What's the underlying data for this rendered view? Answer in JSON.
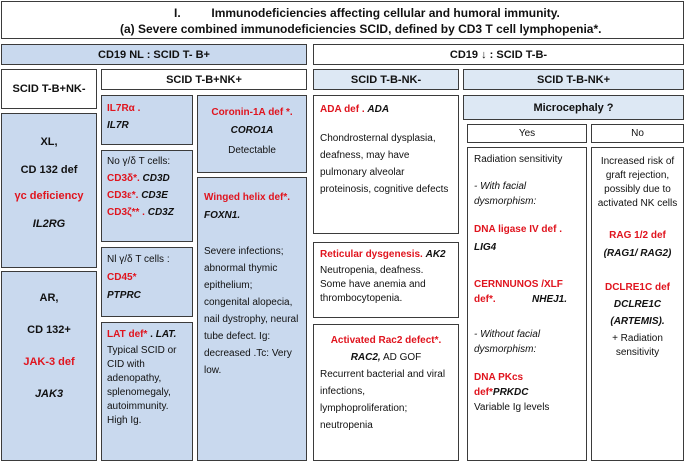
{
  "title": {
    "line1_num": "I.",
    "line1": "Immunodeficiencies affecting cellular and humoral immunity.",
    "line2": "(a) Severe combined immunodeficiencies SCID, defined by CD3 T cell lymphopenia*."
  },
  "left": {
    "header": "CD19 NL :  SCID T- B+",
    "tbnk_minus": "SCID T-B+NK-",
    "tbnk_plus": "SCID T-B+NK+",
    "xl": {
      "l1": "XL,",
      "l2": "CD 132 def",
      "l3": "γc deficiency",
      "l4": "IL2RG"
    },
    "ar": {
      "l1": "AR,",
      "l2": "CD 132+",
      "l3": "JAK-3 def",
      "l4": "JAK3"
    },
    "il7": {
      "name": "IL7Rα .",
      "gene": "IL7R"
    },
    "cd3": {
      "intro": "No γ/δ T cells:",
      "r1_red": "CD3δ*.",
      "r1_gene": "CD3D",
      "r2_red": "CD3ε*.",
      "r2_gene": "CD3E",
      "r3_red": "CD3ζ** .",
      "r3_gene": "CD3Z"
    },
    "cd45": {
      "intro": "Nl γ/δ T cells :",
      "name": "CD45*",
      "gene": "PTPRC"
    },
    "lat": {
      "name": "LAT def*",
      "sep": " . ",
      "gene": "LAT.",
      "desc": "Typical SCID or CID with adenopathy, splenomegaly, autoimmunity. High Ig."
    },
    "coronin": {
      "name": "Coronin-1A def *.",
      "gene": "CORO1A",
      "note": "Detectable"
    },
    "winged": {
      "name": "Winged helix def*.",
      "gene": "FOXN1.",
      "desc": "Severe infections; abnormal thymic epithelium; congenital alopecia, nail dystrophy,  neural tube defect. Ig: decreased .Tc: Very low."
    }
  },
  "right": {
    "header": "CD19 ↓ :  SCID T-B-",
    "col_minus": "SCID T-B-NK-",
    "col_plus": "SCID T-B-NK+",
    "ada": {
      "name": "ADA def .",
      "gene": "ADA",
      "desc": "Chondrosternal dysplasia, deafness, may have pulmonary alveolar proteinosis, cognitive defects"
    },
    "reticular": {
      "name": "Reticular dysgenesis.",
      "gene": "AK2",
      "desc": "Neutropenia, deafness. Some have anemia and thrombocytopenia."
    },
    "rac2": {
      "name": "Activated Rac2 defect*.",
      "gene": "RAC2,",
      "gene_note": " AD GOF",
      "desc": "Recurrent bacterial and viral infections, lymphoproliferation; neutropenia"
    },
    "microcephaly": "Microcephaly  ?",
    "yes": "Yes",
    "no": "No",
    "yes_box": {
      "rad": "Radiation sensitivity",
      "facial": "- With facial dysmorphism:",
      "lig4_name": "DNA ligase IV def .",
      "lig4_gene": "LIG4",
      "xlf_name": "CERNNUNOS /XLF def*.",
      "xlf_gene": "NHEJ1.",
      "nofacial": "- Without facial dysmorphism:",
      "pk_name": "DNA PKcs def*",
      "pk_gene": "PRKDC",
      "pk_note": "Variable Ig levels"
    },
    "no_box": {
      "desc": "Increased risk of graft rejection, possibly due to activated NK cells",
      "rag_name": "RAG 1/2 def",
      "rag_gene": "(RAG1/ RAG2)",
      "dcl_name": "DCLRE1C def",
      "dcl_gene": "DCLRE1C",
      "dcl_alias": "(ARTEMIS).",
      "dcl_note": "+ Radiation sensitivity"
    }
  }
}
